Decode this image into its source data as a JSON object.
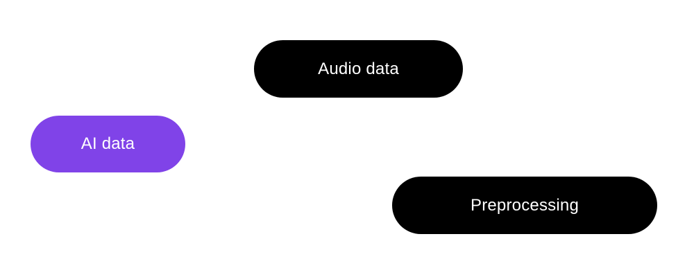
{
  "tags": {
    "audio_data": {
      "label": "Audio data",
      "color": "#000000"
    },
    "ai_data": {
      "label": "AI data",
      "color": "#8043E8"
    },
    "preprocessing": {
      "label": "Preprocessing",
      "color": "#000000"
    }
  }
}
